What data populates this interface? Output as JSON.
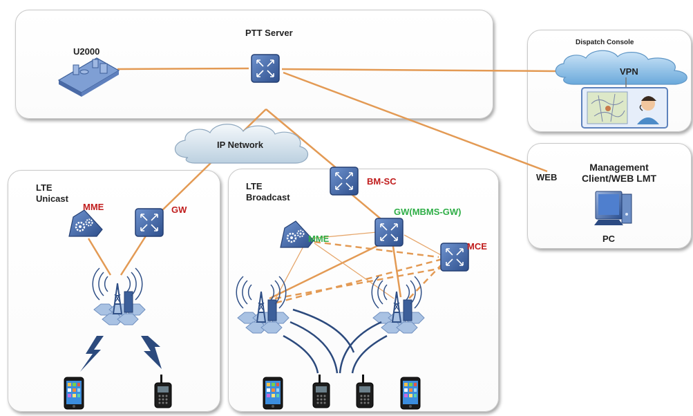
{
  "labels": {
    "ptt_server": "PTT Server",
    "u2000": "U2000",
    "dispatch_console": "Dispatch Console",
    "vpn": "VPN",
    "ip_network": "IP Network",
    "web": "WEB",
    "management_line1": "Management",
    "management_line2": "Client/WEB LMT",
    "pc": "PC",
    "lte_unicast_line1": "LTE",
    "lte_unicast_line2": "Unicast",
    "mme_unicast": "MME",
    "gw_unicast": "GW",
    "lte_broadcast_line1": "LTE",
    "lte_broadcast_line2": "Broadcast",
    "bm_sc": "BM-SC",
    "gw_mbms": "GW(MBMS-GW)",
    "mme_broadcast": "MME",
    "mce": "MCE"
  },
  "colors": {
    "link_orange": "#e39a54",
    "red_label": "#c01c1c",
    "green_label": "#2fae47",
    "device_blue": "#3f67a8"
  },
  "icons": {
    "ptt_server": "router-switch-icon",
    "u2000": "network-management-icon",
    "cloud": "cloud-icon",
    "pc": "desktop-pc-icon",
    "base_station": "cell-tower-icon",
    "handset": "smartphone-icon",
    "radio": "two-way-radio-icon",
    "mme": "mme-gear-icon"
  }
}
